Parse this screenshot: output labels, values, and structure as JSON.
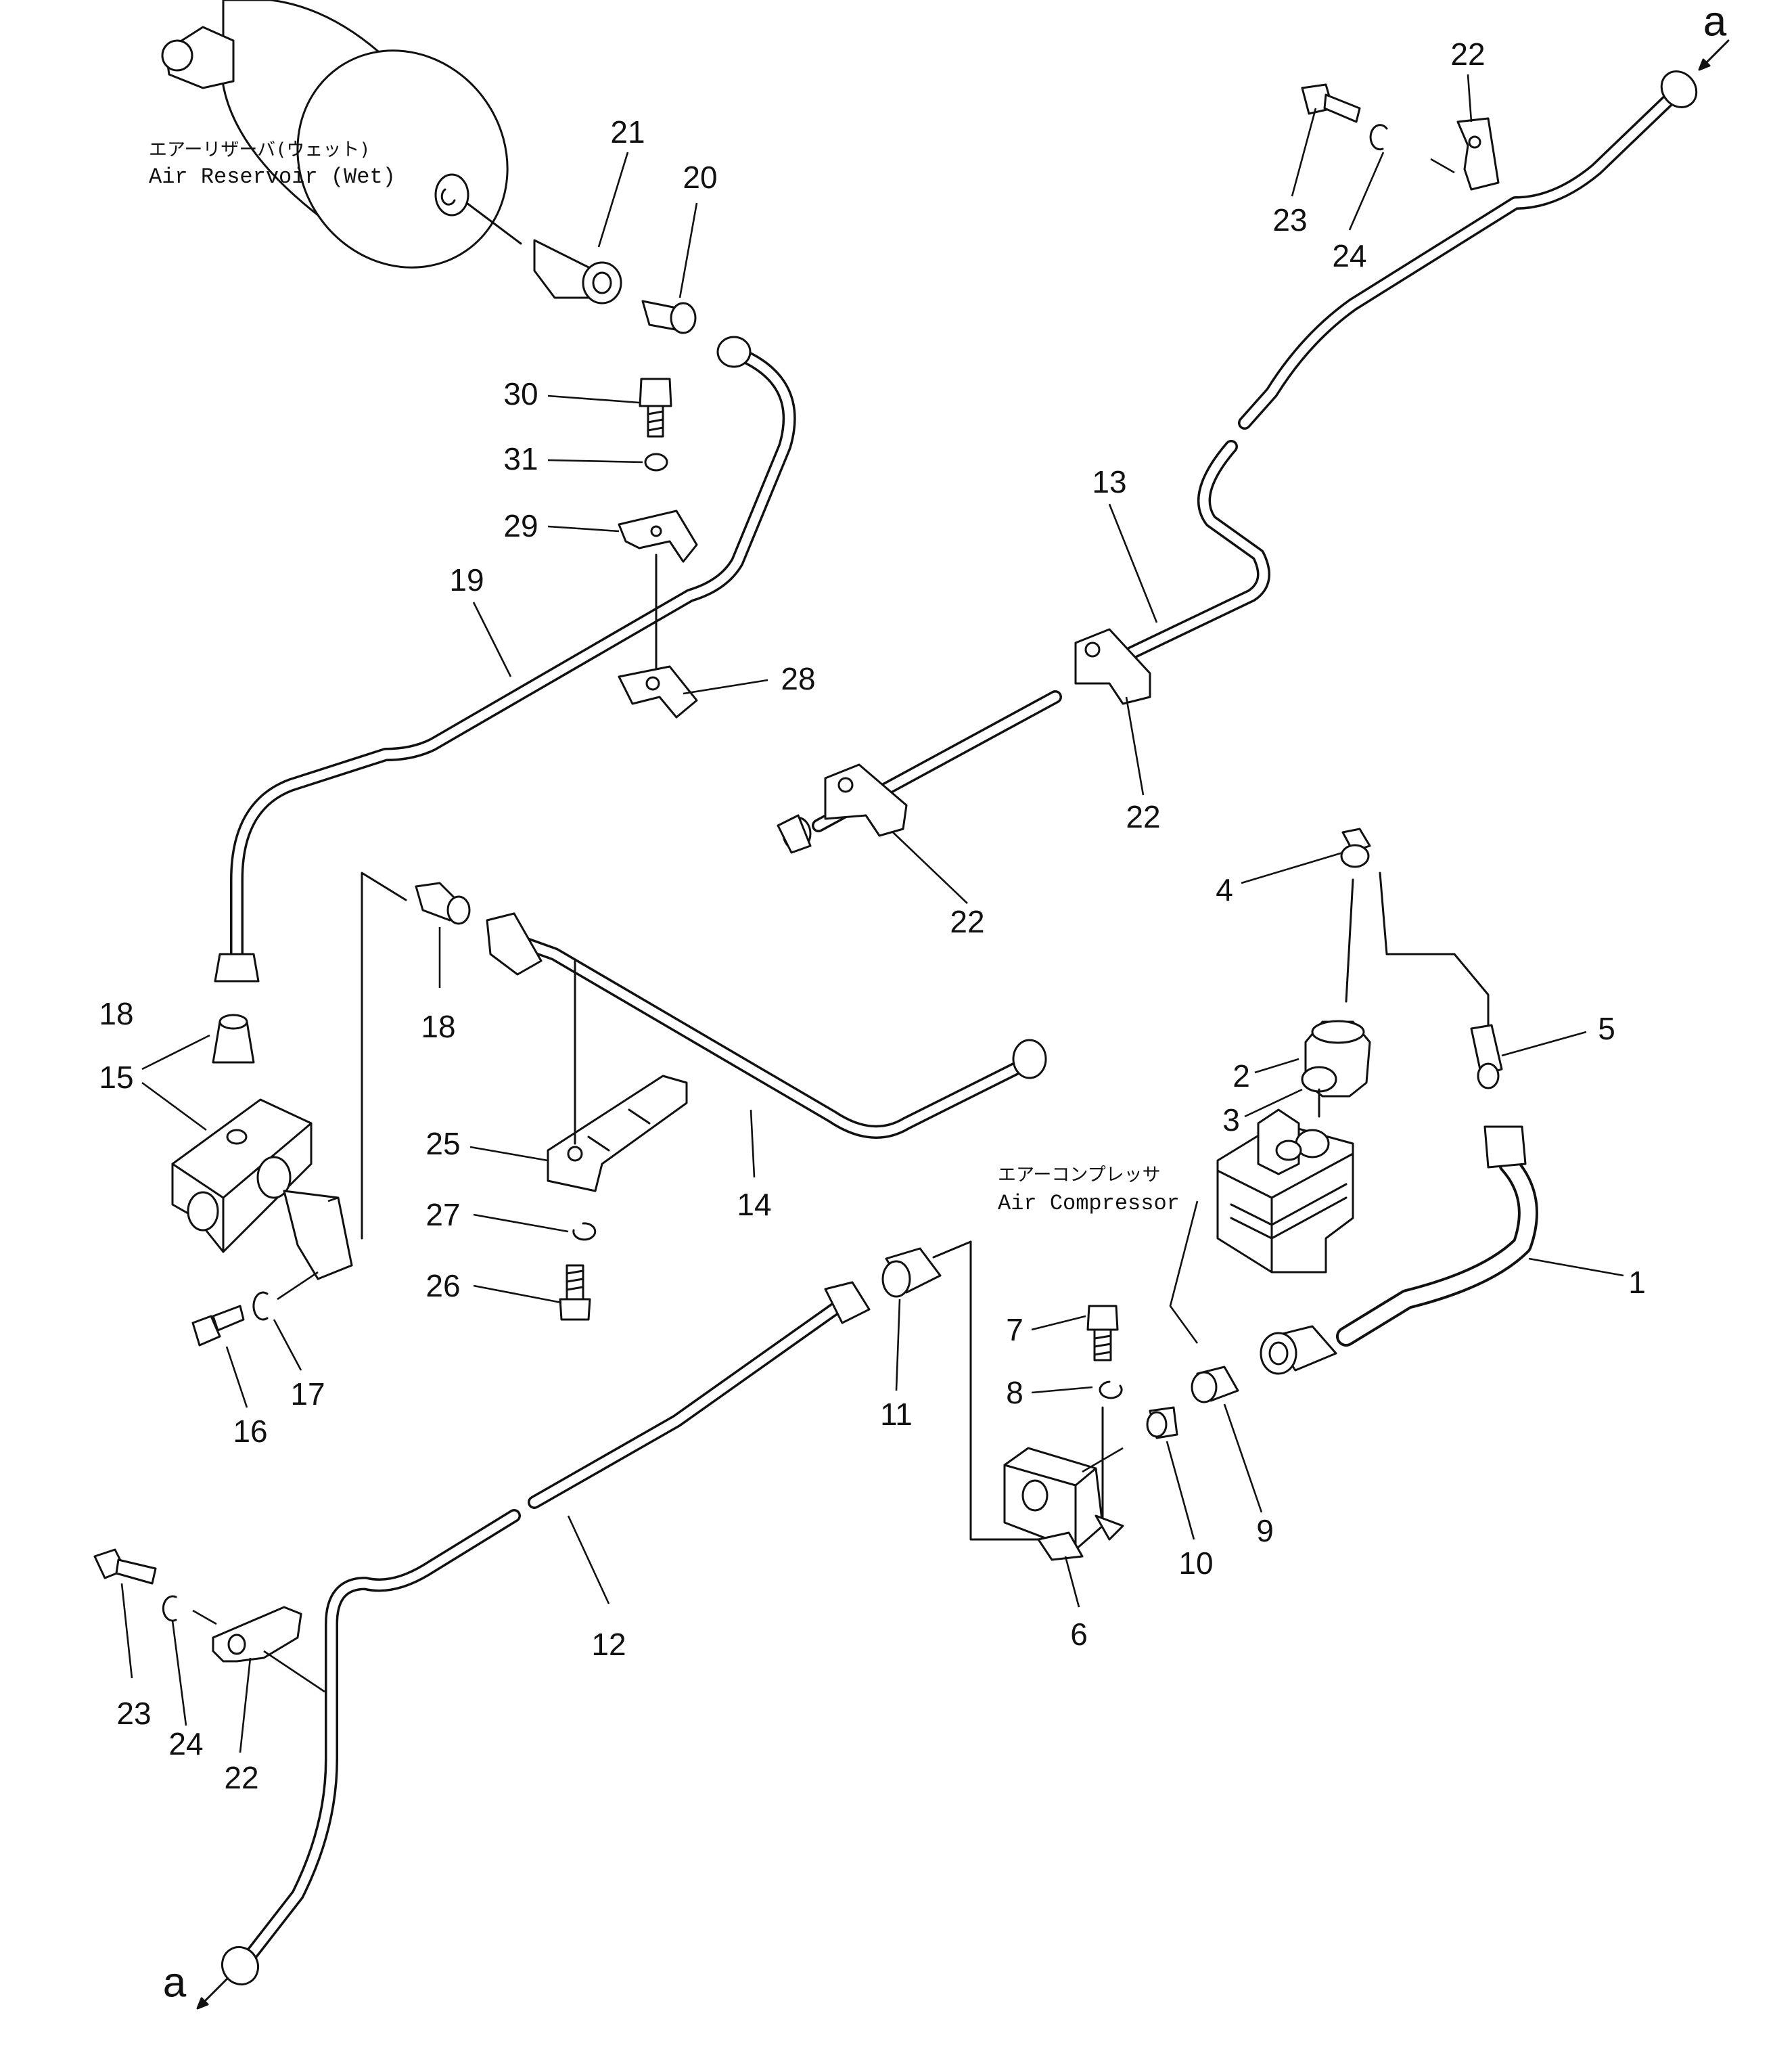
{
  "components": {
    "air_reservoir": {
      "label_jp": "エアーリザーバ(ウェット)",
      "label_en": "Air  Reservoir  (Wet)"
    },
    "air_compressor": {
      "label_jp": "エアーコンプレッサ",
      "label_en": "Air  Compressor"
    }
  },
  "continuation_marker": "a",
  "callouts": {
    "c1": "1",
    "c2": "2",
    "c3": "3",
    "c4": "4",
    "c5": "5",
    "c6": "6",
    "c7": "7",
    "c8": "8",
    "c9": "9",
    "c10": "10",
    "c11": "11",
    "c12": "12",
    "c13": "13",
    "c14": "14",
    "c15": "15",
    "c16": "16",
    "c17": "17",
    "c18a": "18",
    "c18b": "18",
    "c19": "19",
    "c20": "20",
    "c21": "21",
    "c22a": "22",
    "c22b": "22",
    "c22c": "22",
    "c22d": "22",
    "c23a": "23",
    "c23b": "23",
    "c24a": "24",
    "c24b": "24",
    "c25": "25",
    "c26": "26",
    "c27": "27",
    "c28": "28",
    "c29": "29",
    "c30": "30",
    "c31": "31"
  }
}
